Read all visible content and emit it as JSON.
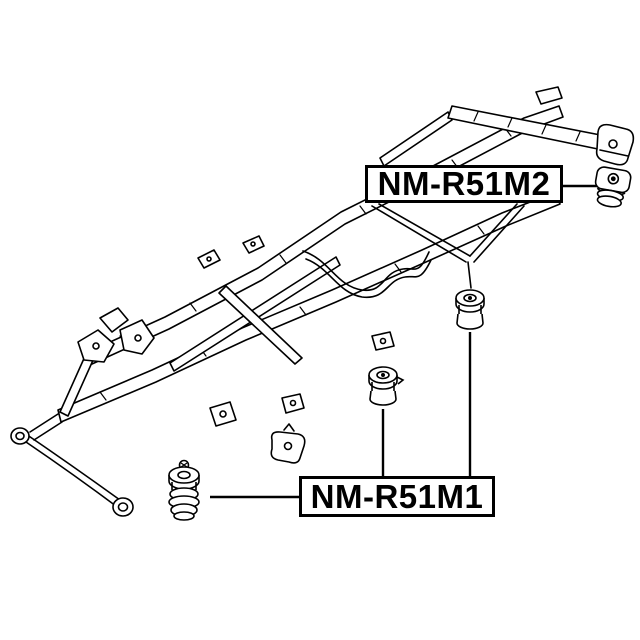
{
  "diagram": {
    "type": "vehicle-parts-line-diagram",
    "subject": "ladder frame chassis with body mount bushings",
    "labels": [
      {
        "id": "nm-r51m2",
        "text": "NM-R51M2"
      },
      {
        "id": "nm-r51m1",
        "text": "NM-R51M1"
      }
    ],
    "parts": [
      {
        "name": "rear-mount-bushing",
        "callout": "NM-R51M2"
      },
      {
        "name": "center-body-mount-bushing",
        "callout": "NM-R51M1"
      },
      {
        "name": "upper-body-mount-bushing",
        "callout": "NM-R51M1"
      },
      {
        "name": "front-body-mount-bushing",
        "callout": "NM-R51M1"
      }
    ],
    "colors": {
      "background": "#ffffff",
      "line": "#000000",
      "label_border": "#000000",
      "label_text": "#000000"
    }
  }
}
